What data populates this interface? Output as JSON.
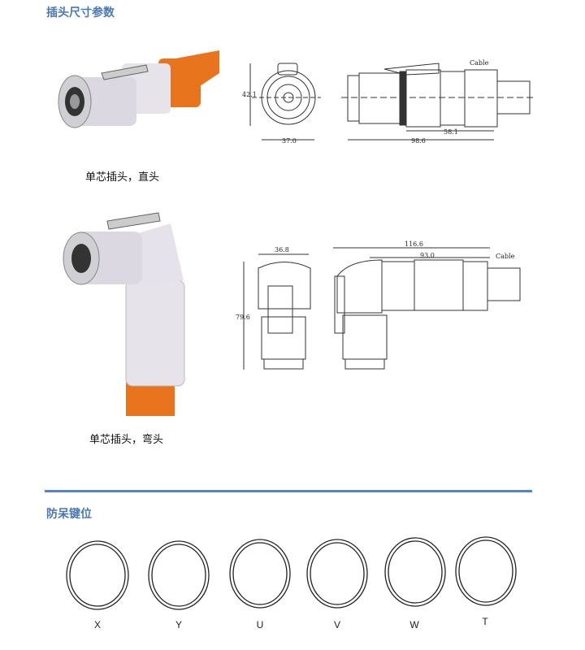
{
  "section1": {
    "title": "插头尺寸参数",
    "straight": {
      "caption": "单芯插头，直头",
      "dims": {
        "height": "42.1",
        "width": "37.0",
        "partial_length": "58.1",
        "total_length": "98.6",
        "cable_label": "Cable"
      }
    },
    "angled": {
      "caption": "单芯插头，弯头",
      "dims": {
        "width": "36.8",
        "height": "79.6",
        "total_length": "116.6",
        "partial_length": "93.0",
        "cable_label": "Cable"
      }
    }
  },
  "section2": {
    "title": "防呆键位",
    "keys": [
      "X",
      "Y",
      "U",
      "V",
      "W",
      "T"
    ]
  },
  "colors": {
    "accent": "#4a78b4",
    "cable": "#e8751e"
  }
}
